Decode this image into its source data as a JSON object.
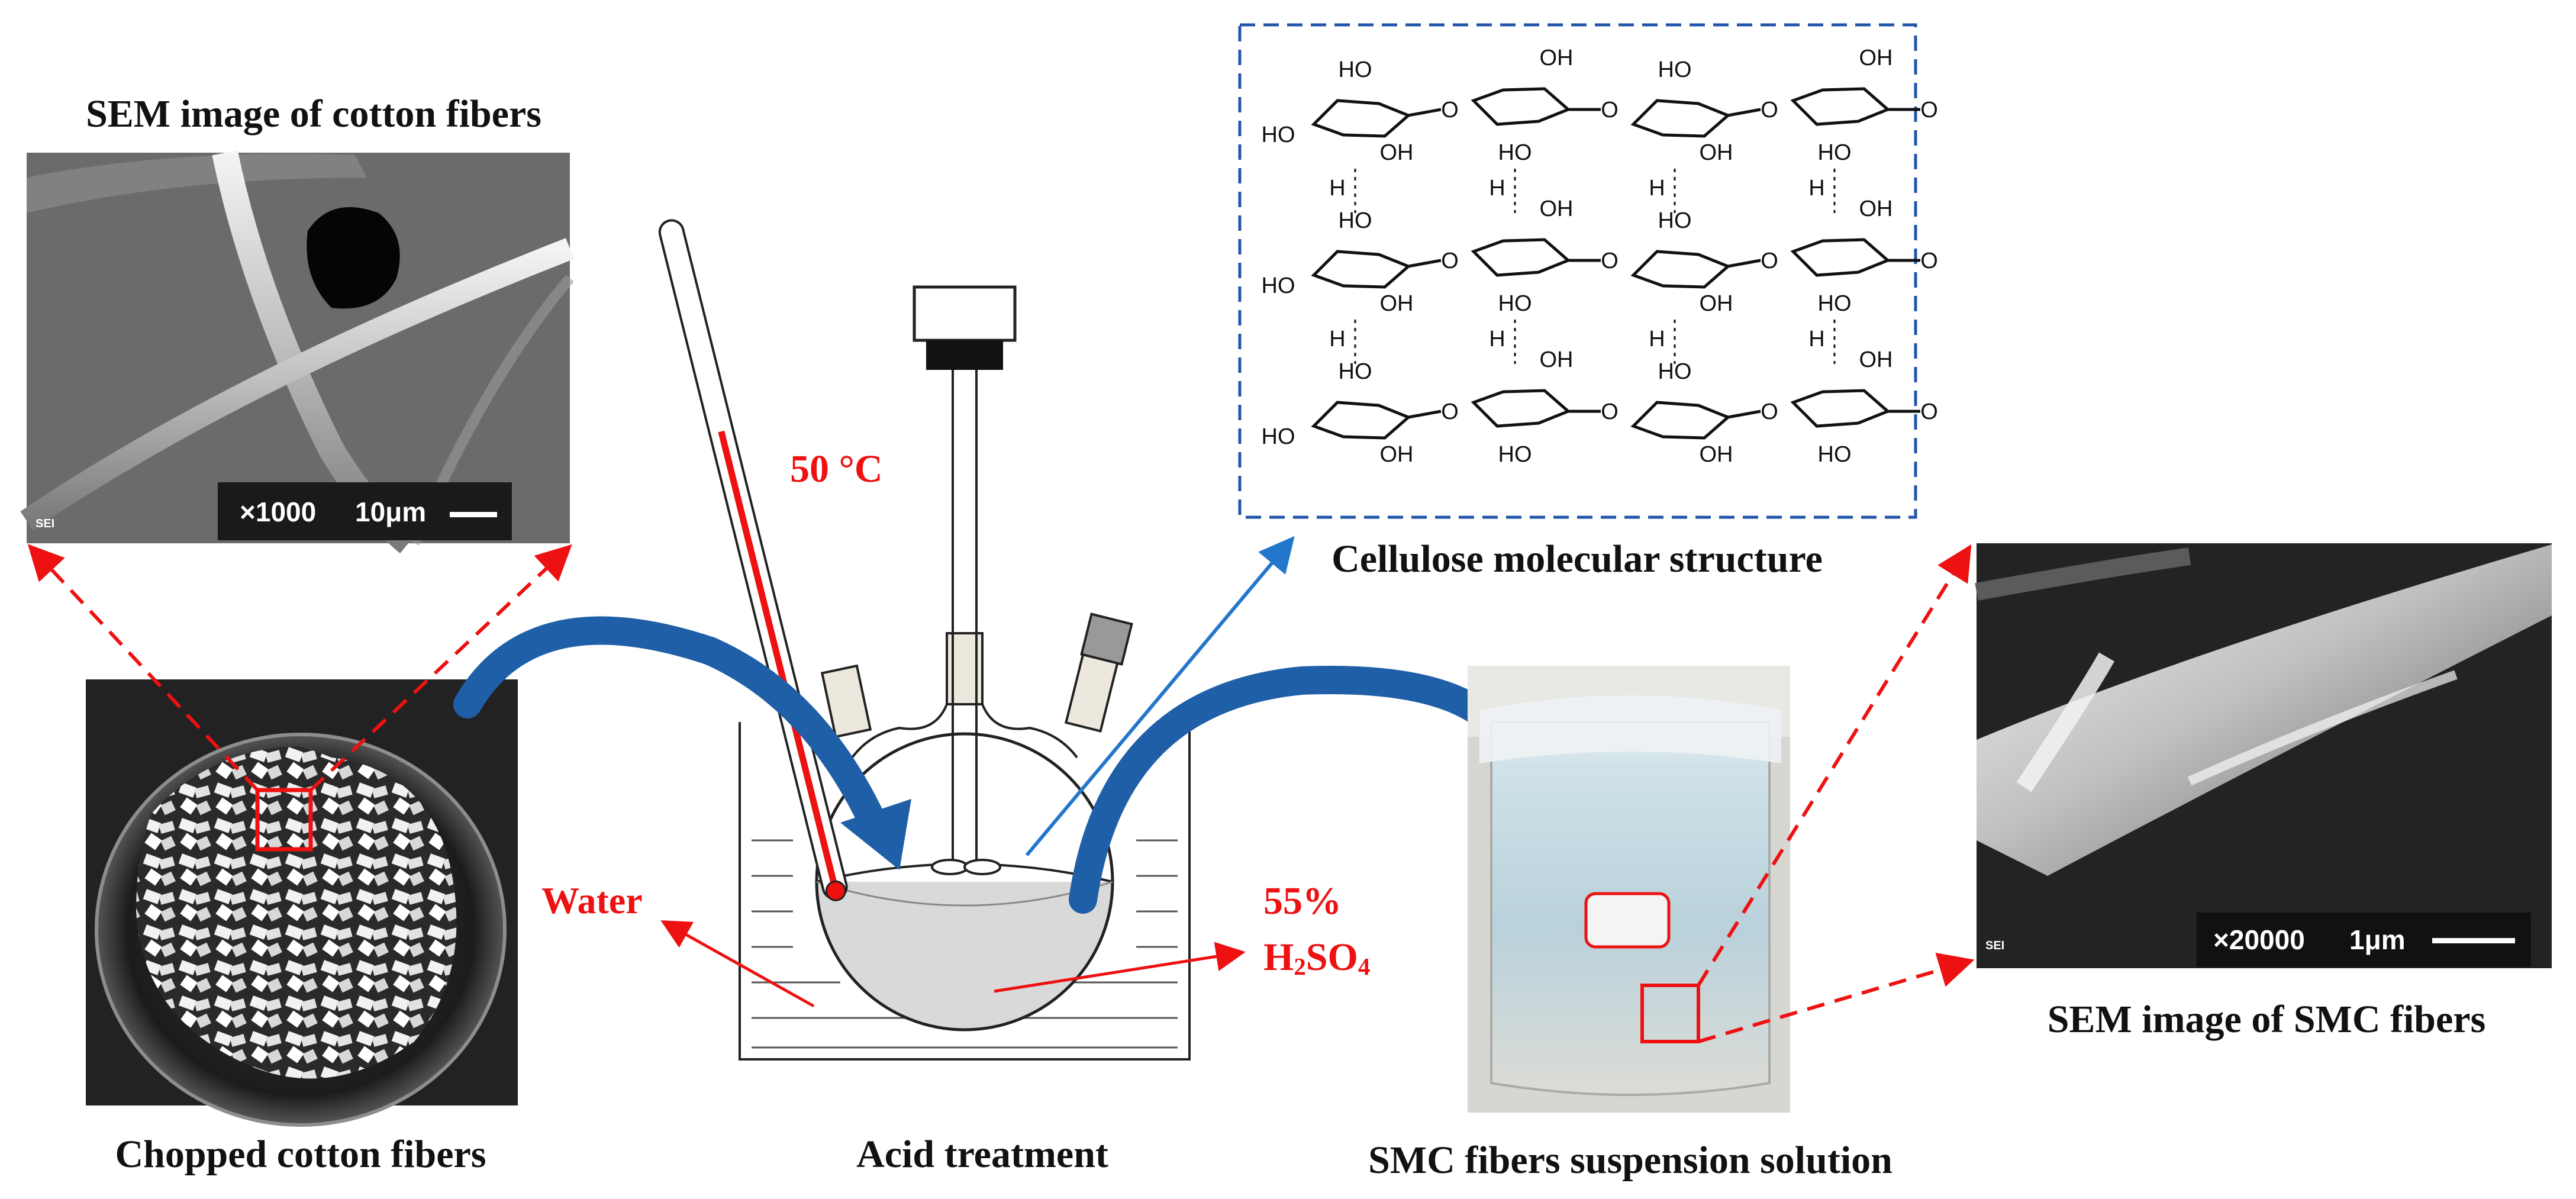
{
  "labels": {
    "sem_cotton_title": "SEM image of cotton fibers",
    "chopped_cotton": "Chopped cotton fibers",
    "acid_treatment": "Acid treatment",
    "cellulose_structure": "Cellulose molecular structure",
    "smc_suspension": "SMC fibers suspension solution",
    "sem_smc_title": "SEM image of SMC fibers"
  },
  "annotations": {
    "temperature": "50 °C",
    "water": "Water",
    "acid_concentration": "55%",
    "acid_formula_main": "H",
    "acid_formula_sub1": "2",
    "acid_formula_mid": "SO",
    "acid_formula_sub2": "4"
  },
  "sem_cotton": {
    "magnification": "×1000",
    "scale": "10μm",
    "detector": "SEI"
  },
  "sem_smc": {
    "magnification": "×20000",
    "scale": "1μm",
    "detector": "SEI"
  },
  "molecule_atoms": {
    "hydroxyl": "HO",
    "hydroxyl_right": "OH",
    "oxygen": "O",
    "hydrogen": "H"
  },
  "colors": {
    "highlight_red": "#ee1111",
    "flow_blue": "#1f5fa8",
    "pointer_blue": "#2277cc",
    "frame_blue": "#2255aa"
  }
}
